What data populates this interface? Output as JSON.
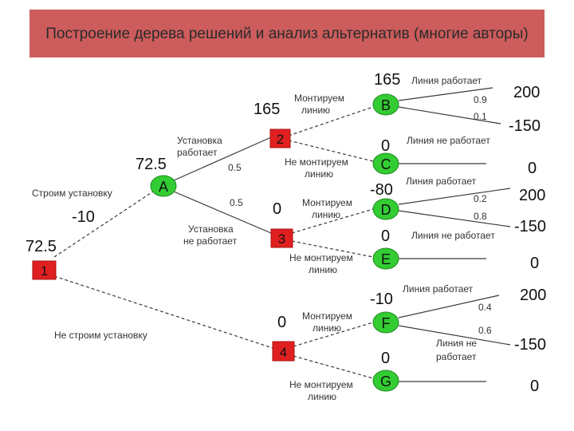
{
  "title": "Построение дерева решений и анализ альтернатив (многие авторы)",
  "nodes": {
    "n1": {
      "label": "1",
      "value": "72.5"
    },
    "a": {
      "label": "A",
      "value": "72.5"
    },
    "n2": {
      "label": "2",
      "value": "165"
    },
    "n3": {
      "label": "3",
      "value": "0"
    },
    "n4": {
      "label": "4",
      "value": "0"
    },
    "b": {
      "label": "B",
      "value": "165"
    },
    "c": {
      "label": "C",
      "value": "0"
    },
    "d": {
      "label": "D",
      "value": "-80"
    },
    "e": {
      "label": "E",
      "value": "0"
    },
    "f": {
      "label": "F",
      "value": "-10"
    },
    "g": {
      "label": "G",
      "value": "0"
    }
  },
  "edges": {
    "build": "Строим установку",
    "build_cost": "-10",
    "no_build": "Не строим установку",
    "works_1": "Установка",
    "works_2": "работает",
    "works_p": "0.5",
    "fails_1": "Установка",
    "fails_2": "не работает",
    "fails_p": "0.5",
    "mount_1": "Монтируем",
    "mount_2": "линию",
    "nomount_1": "Не монтируем",
    "nomount_2": "линию",
    "line_works": "Линия работает",
    "line_fails": "Линия не работает",
    "line_fails_1": "Линия не",
    "line_fails_2": "работает",
    "p09": "0.9",
    "p01": "0.1",
    "p02": "0.2",
    "p08": "0.8",
    "p04": "0.4",
    "p06": "0.6"
  },
  "outcomes": {
    "b_up": "200",
    "b_down": "-150",
    "c": "0",
    "d_up": "200",
    "d_down": "-150",
    "e": "0",
    "f_up": "200",
    "f_down": "-150",
    "g": "0"
  },
  "colors": {
    "title_bg": "#cd5c5c",
    "decision": "#e02020",
    "chance": "#33cc33"
  }
}
